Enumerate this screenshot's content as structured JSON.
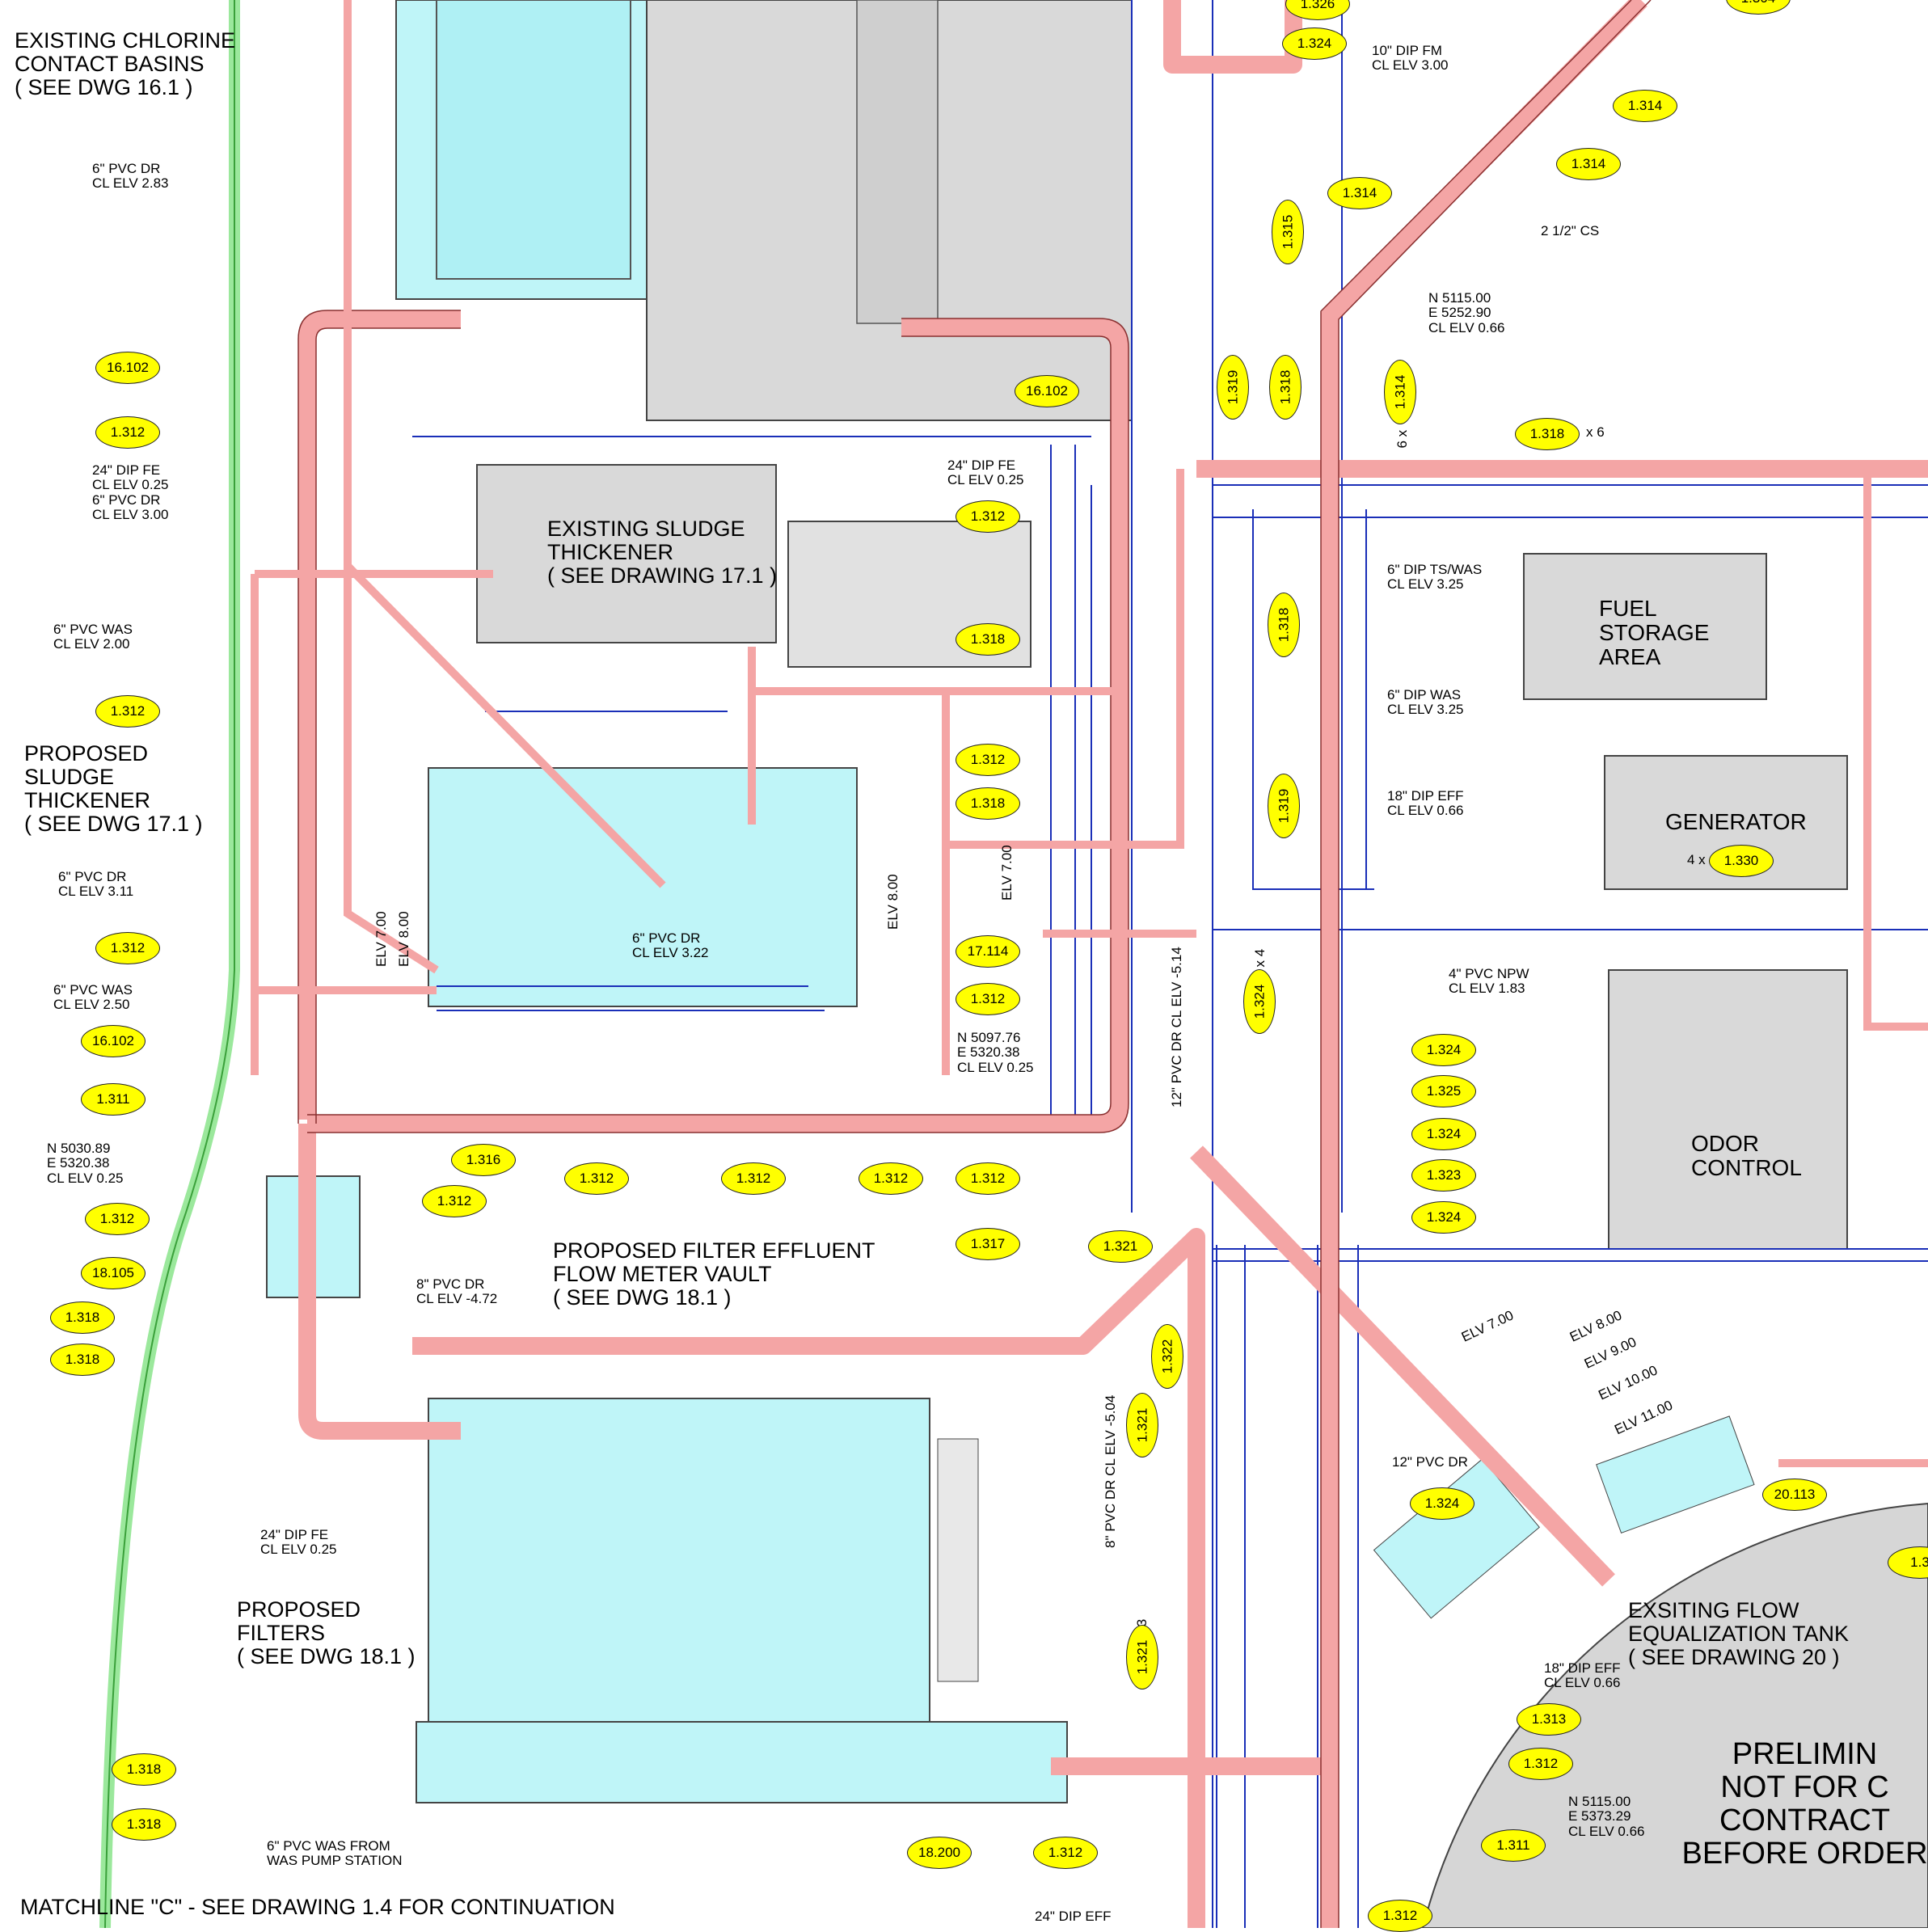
{
  "labels": {
    "chlorine": "EXISTING CHLORINE\nCONTACT BASINS\n( SEE DWG 16.1 )",
    "sludge_existing": "EXISTING SLUDGE\nTHICKENER\n( SEE DRAWING 17.1 )",
    "sludge_proposed": "PROPOSED\nSLUDGE\nTHICKENER\n( SEE DWG 17.1 )",
    "flow_meter_vault": "PROPOSED FILTER EFFLUENT\nFLOW METER VAULT\n( SEE DWG 18.1 )",
    "filters": "PROPOSED\nFILTERS\n( SEE DWG 18.1 )",
    "fuel_storage": "FUEL\nSTORAGE\nAREA",
    "generator": "GENERATOR",
    "odor_control": "ODOR\nCONTROL",
    "eq_tank": "EXSITING FLOW\nEQUALIZATION TANK\n( SEE DRAWING 20 )",
    "matchline": "MATCHLINE \"C\" - SEE DRAWING 1.4 FOR CONTINUATION",
    "prelim": "PRELIMIN\nNOT FOR C\nCONTRACT\nBEFORE ORDER"
  },
  "notes": [
    "6\" PVC DR\nCL ELV 2.83",
    "24\" DIP FE\nCL ELV 0.25\n6\" PVC DR\nCL ELV 3.00",
    "6\" PVC WAS\nCL ELV 2.00",
    "6\" PVC DR\nCL ELV 3.11",
    "6\" PVC WAS\nCL ELV 2.50",
    "N 5030.89\nE 5320.38\nCL ELV 0.25",
    "8\" PVC DR\nCL ELV -4.72",
    "24\" DIP FE\nCL ELV 0.25",
    "6\" PVC WAS FROM\nWAS PUMP STATION",
    "24\" DIP FE\nCL ELV 0.25",
    "6\" PVC DR\nCL ELV 3.22",
    "N 5097.76\nE 5320.38\nCL ELV 0.25",
    "10\" DIP FM\nCL ELV 3.00",
    "2 1/2\" CS",
    "N 5115.00\nE 5252.90\nCL ELV 0.66",
    "6\" DIP TS/WAS\nCL ELV 3.25",
    "6\" DIP WAS\nCL ELV 3.25",
    "18\" DIP EFF\nCL ELV 0.66",
    "4\" PVC NPW\nCL ELV 1.83",
    "12\" PVC DR",
    "18\" DIP EFF\nCL ELV 0.66",
    "N 5115.00\nE 5373.29\nCL ELV 0.66",
    "24\" DIP EFF",
    "x 6",
    "4 x",
    "6 x",
    "x 4",
    "x 3",
    "ELV 7.00",
    "ELV 8.00",
    "ELV 9.00",
    "ELV 10.00",
    "ELV 11.00"
  ],
  "vertical_notes": [
    "ELV 7.00",
    "ELV 8.00",
    "ELV 8.00",
    "ELV 7.00",
    "12\" PVC DR CL ELV -5.14",
    "8\" PVC DR CL ELV -5.04"
  ],
  "tags": [
    "16.102",
    "1.312",
    "1.312",
    "1.312",
    "16.102",
    "1.311",
    "1.312",
    "18.105",
    "1.318",
    "1.318",
    "1.318",
    "1.318",
    "1.316",
    "1.312",
    "1.312",
    "1.312",
    "1.312",
    "1.312",
    "16.102",
    "1.312",
    "1.318",
    "1.312",
    "1.318",
    "17.114",
    "1.312",
    "1.317",
    "1.321",
    "18.200",
    "1.312",
    "1.312",
    "1.324",
    "1.314",
    "1.314",
    "1.314",
    "1.318",
    "1.324",
    "1.325",
    "1.324",
    "1.323",
    "1.324",
    "1.324",
    "1.313",
    "1.312",
    "1.311",
    "20.113",
    "1.330",
    "1.326",
    "1.304",
    "1.3"
  ],
  "vtags": [
    "1.315",
    "1.319",
    "1.318",
    "1.314",
    "1.318",
    "1.319",
    "1.324",
    "1.322",
    "1.321",
    "1.321"
  ]
}
